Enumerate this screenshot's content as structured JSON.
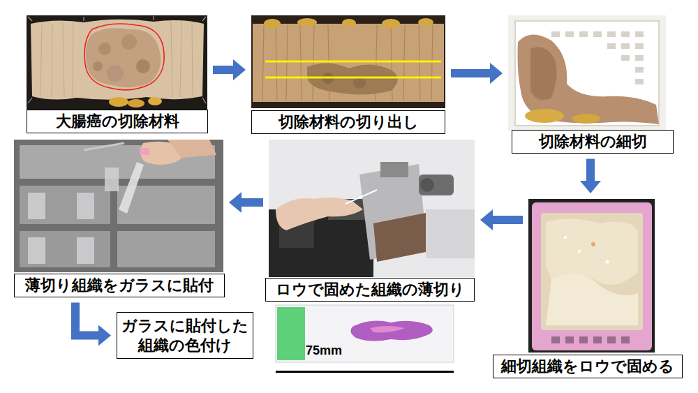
{
  "diagram": {
    "nodes": [
      {
        "text": [
          "大腸癌の切除材料"
        ]
      },
      {
        "text": [
          "切除材料の切り出し"
        ]
      },
      {
        "text": [
          "切除材料の細切"
        ]
      },
      {
        "text": [
          "細切組織をロウで固める"
        ]
      },
      {
        "text": [
          "ロウで固めた組織の薄切り"
        ]
      },
      {
        "text": [
          "薄切り組織をガラスに貼付"
        ]
      },
      {
        "text": [
          "ガラスに貼付した組織の色付け"
        ]
      }
    ],
    "edges": [
      {
        "from": 0,
        "to": 1,
        "arrow": "to"
      },
      {
        "from": 1,
        "to": 2,
        "arrow": "to"
      },
      {
        "from": 2,
        "to": 3,
        "arrow": "to"
      },
      {
        "from": 3,
        "to": 4,
        "arrow": "to"
      },
      {
        "from": 4,
        "to": 5,
        "arrow": "to"
      },
      {
        "from": 5,
        "to": 6,
        "arrow": "to"
      }
    ],
    "labels": [
      "75mm"
    ]
  }
}
